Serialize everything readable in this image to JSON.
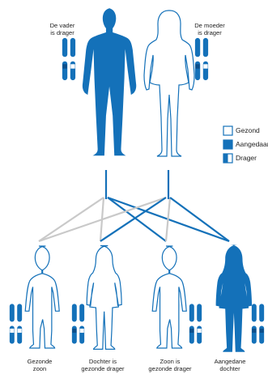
{
  "colors": {
    "blue": "#1471b9",
    "line_gray": "#c9c9c9",
    "outline": "#1471b9",
    "white": "#ffffff"
  },
  "parents": {
    "father": {
      "line1": "De vader",
      "line2": "is drager",
      "status": "carrier",
      "chromosome": "carrier",
      "icon": "father-silhouette"
    },
    "mother": {
      "line1": "De moeder",
      "line2": "is drager",
      "status": "carrier",
      "chromosome": "carrier",
      "icon": "mother-silhouette"
    }
  },
  "legend": {
    "healthy": "Gezond",
    "affected": "Aangedaan",
    "carrier": "Drager"
  },
  "children": [
    {
      "line1": "Gezonde",
      "line2": "zoon",
      "status": "healthy",
      "icon": "boy-silhouette"
    },
    {
      "line1": "Dochter is",
      "line2": "gezonde drager",
      "status": "carrier",
      "icon": "girl-silhouette"
    },
    {
      "line1": "Zoon is",
      "line2": "gezonde drager",
      "status": "carrier",
      "icon": "boy-silhouette"
    },
    {
      "line1": "Aangedane",
      "line2": "dochter",
      "status": "affected",
      "icon": "girl-silhouette"
    }
  ]
}
